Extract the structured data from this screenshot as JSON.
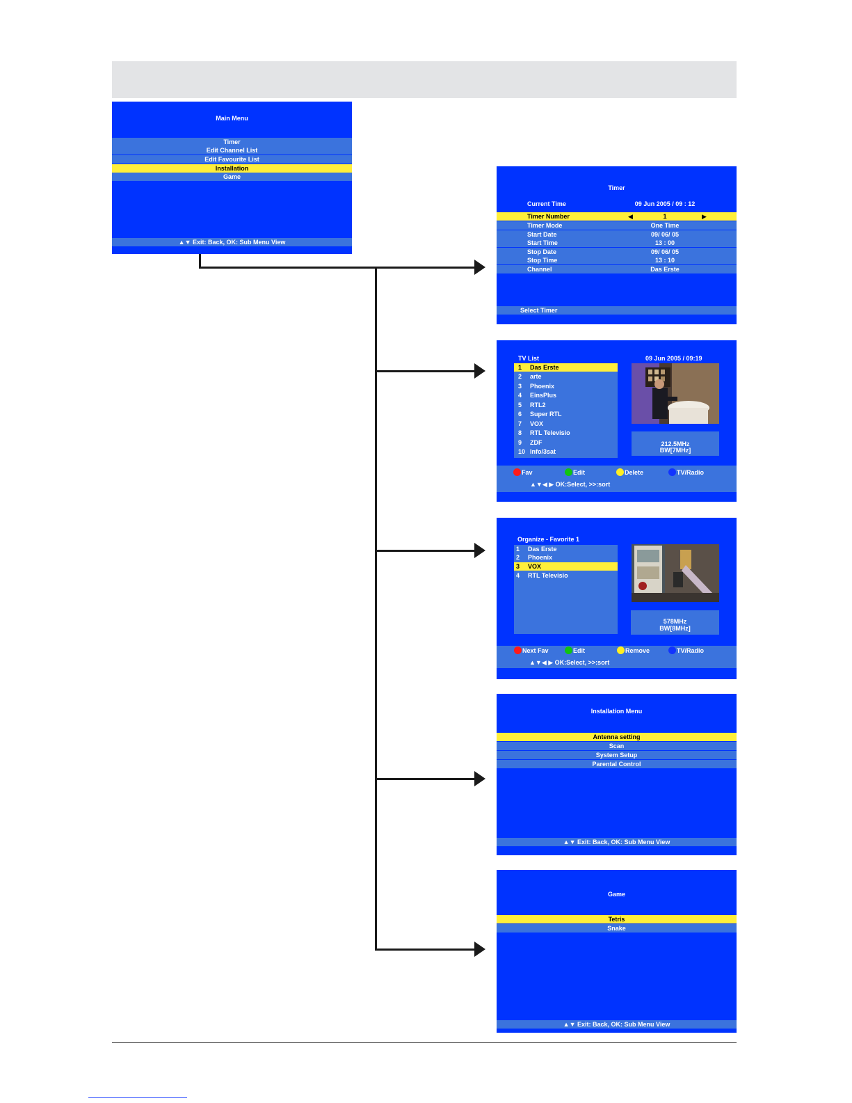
{
  "main_menu": {
    "title": "Main Menu",
    "items": [
      "Timer",
      "Edit Channel List",
      "Edit Favourite List",
      "Installation",
      "Game"
    ],
    "selected_index": 3,
    "status": "▲▼ Exit: Back, OK: Sub Menu View"
  },
  "timer": {
    "title": "Timer",
    "current_time_label": "Current Time",
    "current_time_value": "09 Jun  2005  /  09 : 12",
    "rows": [
      {
        "label": "Timer Number",
        "value": "1"
      },
      {
        "label": "Timer Mode",
        "value": "One Time"
      },
      {
        "label": "Start Date",
        "value": "09/ 06/ 05"
      },
      {
        "label": "Start Time",
        "value": "13 : 00"
      },
      {
        "label": "Stop Date",
        "value": "09/ 06/ 05"
      },
      {
        "label": "Stop Time",
        "value": "13 : 10"
      },
      {
        "label": "Channel",
        "value": "Das Erste"
      }
    ],
    "status": "Select Timer"
  },
  "tv_list": {
    "title": "TV List",
    "datetime": "09 Jun 2005 / 09:19",
    "channels": [
      {
        "num": "1",
        "name": "Das Erste"
      },
      {
        "num": "2",
        "name": "arte"
      },
      {
        "num": "3",
        "name": "Phoenix"
      },
      {
        "num": "4",
        "name": "EinsPlus"
      },
      {
        "num": "5",
        "name": "RTL2"
      },
      {
        "num": "6",
        "name": "Super RTL"
      },
      {
        "num": "7",
        "name": "VOX"
      },
      {
        "num": "8",
        "name": "RTL Televisio"
      },
      {
        "num": "9",
        "name": "ZDF"
      },
      {
        "num": "10",
        "name": "Info/3sat"
      }
    ],
    "freq": "212.5MHz",
    "bw": "BW[7MHz]",
    "buttons": [
      {
        "label": "Fav",
        "color": "#ff1a1a"
      },
      {
        "label": "Edit",
        "color": "#11c411"
      },
      {
        "label": "Delete",
        "color": "#ffee22"
      },
      {
        "label": "TV/Radio",
        "color": "#1133ff"
      }
    ],
    "hint": "▲▼◀ ▶ OK:Select,  >>:sort"
  },
  "favorites": {
    "title": "Organize - Favorite 1",
    "channels": [
      {
        "num": "1",
        "name": "Das Erste"
      },
      {
        "num": "2",
        "name": "Phoenix"
      },
      {
        "num": "3",
        "name": "VOX"
      },
      {
        "num": "4",
        "name": "RTL Televisio"
      }
    ],
    "freq": "578MHz",
    "bw": "BW[8MHz]",
    "buttons": [
      {
        "label": "Next Fav",
        "color": "#ff1a1a"
      },
      {
        "label": "Edit",
        "color": "#11c411"
      },
      {
        "label": "Remove",
        "color": "#ffee22"
      },
      {
        "label": "TV/Radio",
        "color": "#1133ff"
      }
    ],
    "hint": "▲▼◀ ▶ OK:Select,  >>:sort"
  },
  "installation": {
    "title": "Installation Menu",
    "items": [
      "Antenna setting",
      "Scan",
      "System Setup",
      "Parental Control"
    ],
    "status": "▲▼ Exit: Back, OK: Sub Menu View"
  },
  "game": {
    "title": "Game",
    "items": [
      "Tetris",
      "Snake"
    ],
    "status": "▲▼ Exit: Back, OK: Sub Menu View"
  }
}
